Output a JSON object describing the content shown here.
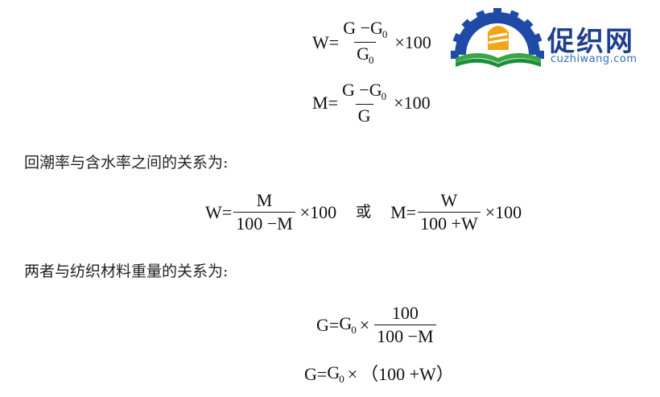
{
  "logo": {
    "name": "促织网",
    "url": "cuzhiwang.com",
    "name_color": "#1f3f8f",
    "url_color": "#2f6fbf",
    "gear_color": "#1f4aa8",
    "accent_colors": [
      "#f2a51a",
      "#3aa544",
      "#1a8f3a"
    ]
  },
  "formulas": {
    "w_def": {
      "lhs": "W",
      "eq": "=",
      "num": "G −G",
      "num_sub": "0",
      "den": "G",
      "den_sub": "0",
      "times": "×",
      "factor": "100"
    },
    "m_def": {
      "lhs": "M",
      "eq": "=",
      "num": "G −G",
      "num_sub": "0",
      "den": "G",
      "times": "×",
      "factor": "100"
    },
    "w_from_m": {
      "lhs": "W",
      "eq": "=",
      "num": "M",
      "den": "100 −M",
      "times": "×",
      "factor": "100"
    },
    "or_word": "或",
    "m_from_w": {
      "lhs": "M",
      "eq": "=",
      "num": "W",
      "den": "100 +W",
      "times": "×",
      "factor": "100"
    },
    "g_from_m": {
      "lhs": "G",
      "eq": "=",
      "g0": "G",
      "g0_sub": "0",
      "times": "×",
      "num": "100",
      "den": "100 −M"
    },
    "g_from_w": {
      "lhs": "G",
      "eq": "=",
      "g0": "G",
      "g0_sub": "0",
      "times": "×",
      "rest": "（100 +W）"
    }
  },
  "text": {
    "relation1": "回潮率与含水率之间的关系为:",
    "relation2": "两者与纺织材料重量的关系为:"
  }
}
